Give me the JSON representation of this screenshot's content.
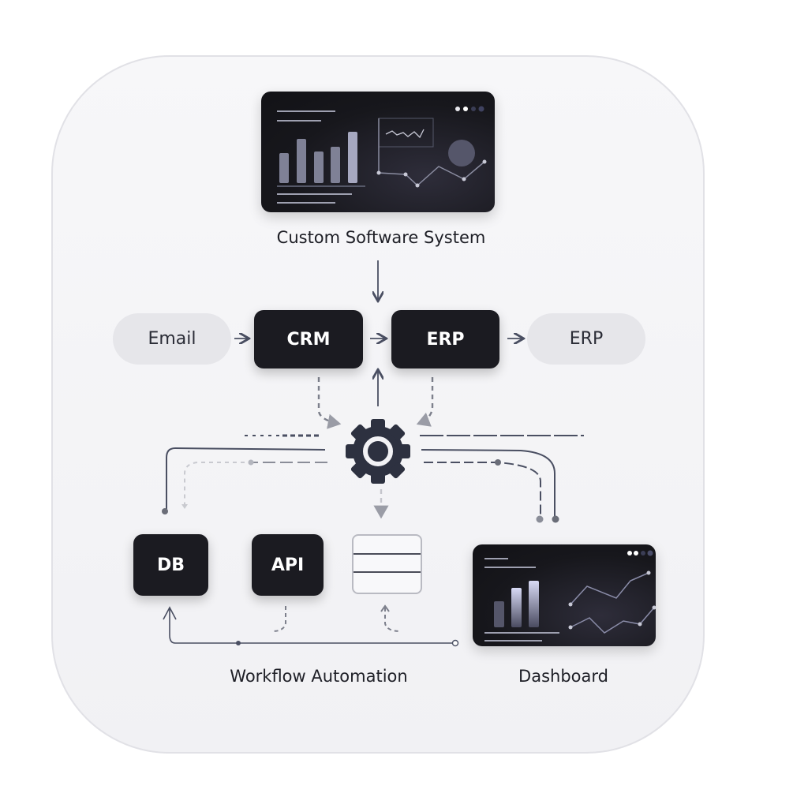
{
  "top_system": {
    "label": "Custom Software System"
  },
  "flow": {
    "email": "Email",
    "crm": "CRM",
    "erp": "ERP",
    "erp_out": "ERP"
  },
  "bottom": {
    "db": "DB",
    "api": "API",
    "workflow_label": "Workflow Automation",
    "dashboard_label": "Dashboard"
  },
  "icons": {
    "center": "gear-icon",
    "table": "table-icon"
  },
  "colors": {
    "dark_node": "#1b1b21",
    "pill": "#e6e6ea",
    "wire": "#4a4f62"
  }
}
